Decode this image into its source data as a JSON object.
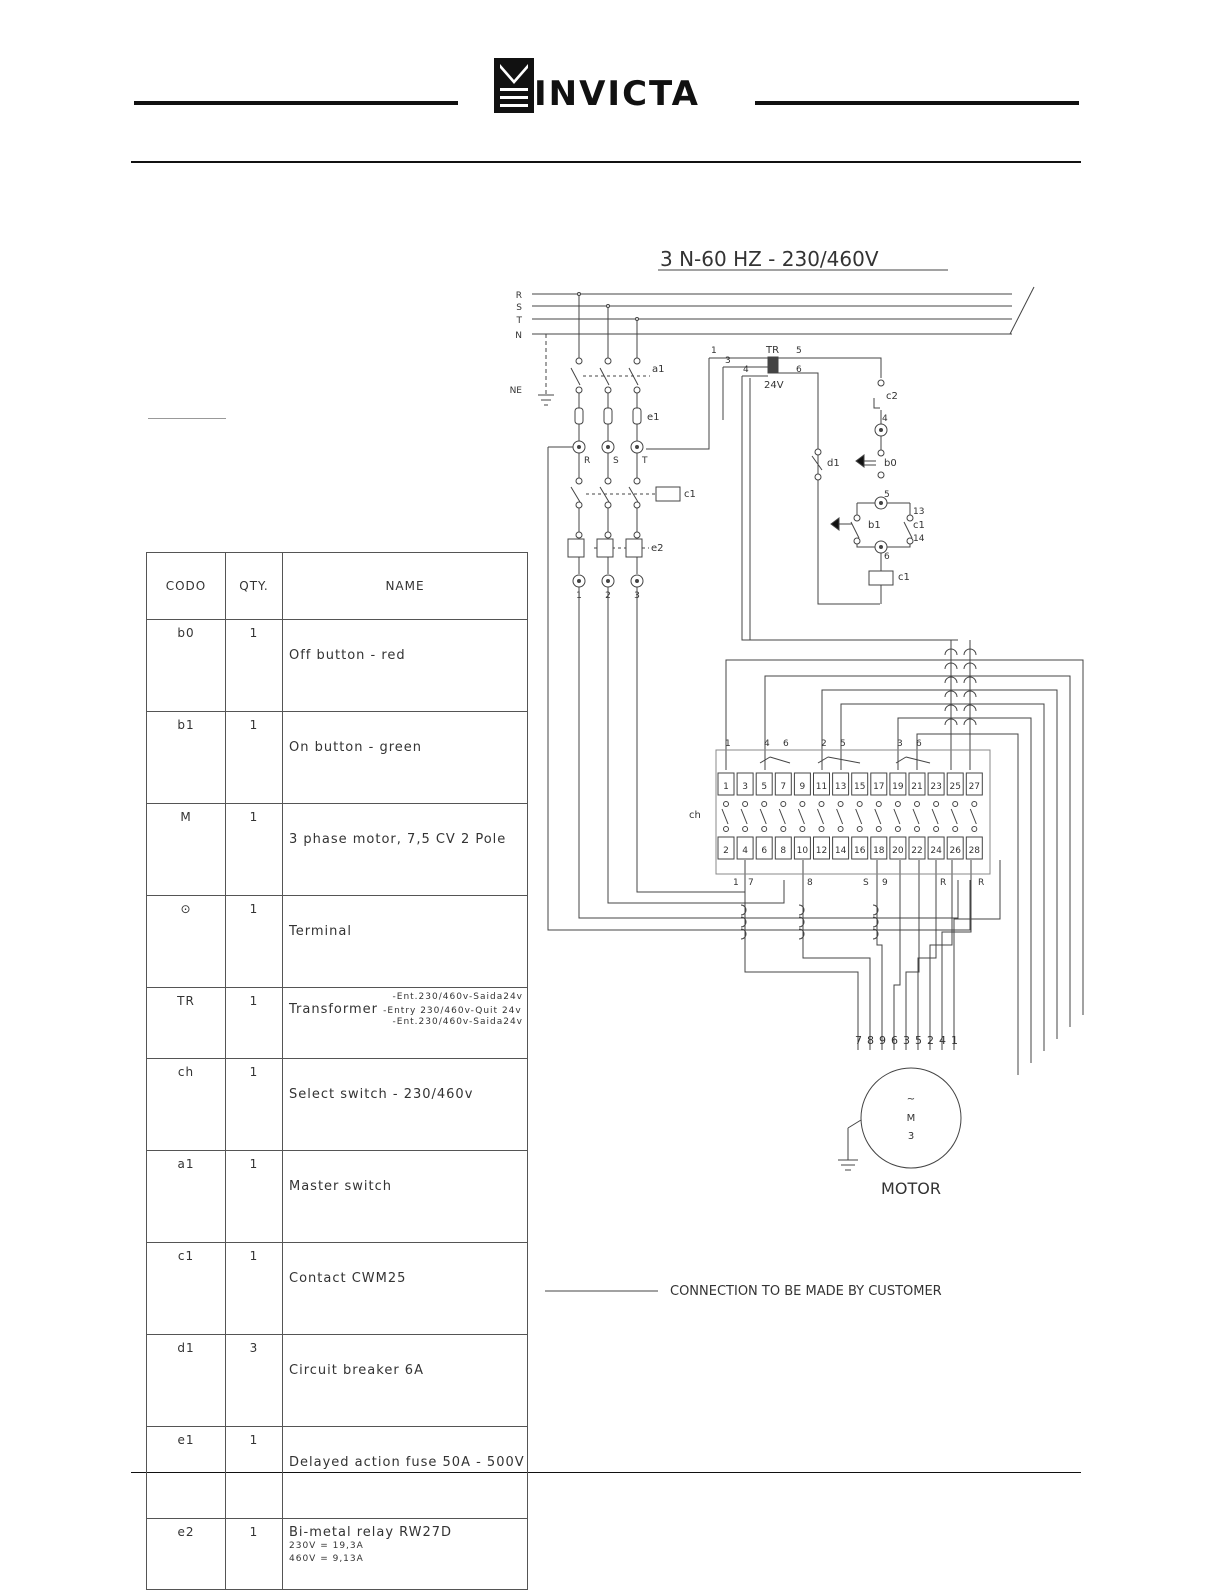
{
  "header": {
    "brand": "INVICTA"
  },
  "diagram": {
    "supply_title": "3 N-60 HZ - 230/460V",
    "bus_labels": [
      "R",
      "S",
      "T",
      "N"
    ],
    "ground_label": "NE",
    "phase_terminal_labels": [
      "R",
      "S",
      "T"
    ],
    "output_terminal_labels": [
      "1",
      "2",
      "3"
    ],
    "device_labels": {
      "a1": "a1",
      "e1": "e1",
      "c1": "c1",
      "e2": "e2",
      "d1": "d1",
      "b0": "b0",
      "b1": "b1",
      "c2": "c2",
      "ch": "ch",
      "tr": "TR",
      "tr_voltage": "24V"
    },
    "tr_terminals": [
      "1",
      "3",
      "4",
      "5",
      "6"
    ],
    "control_numbers": [
      "4",
      "5",
      "6",
      "13",
      "14"
    ],
    "switch_top_terminals": [
      "1",
      "3",
      "5",
      "7",
      "9",
      "11",
      "13",
      "15",
      "17",
      "19",
      "21",
      "23",
      "25",
      "27"
    ],
    "switch_bottom_terminals": [
      "2",
      "4",
      "6",
      "8",
      "10",
      "12",
      "14",
      "16",
      "18",
      "20",
      "22",
      "24",
      "26",
      "28"
    ],
    "switch_top_wire_labels": [
      "1",
      "4",
      "6",
      "2",
      "5",
      "3",
      "6"
    ],
    "switch_bottom_wire_labels": [
      "1",
      "7",
      "8",
      "S",
      "9",
      "R",
      "R"
    ],
    "motor_lead_labels": [
      "7",
      "8",
      "9",
      "6",
      "3",
      "5",
      "2",
      "4",
      "1"
    ],
    "motor_symbol": [
      "~",
      "M",
      "3"
    ],
    "motor_label": "MOTOR",
    "legend_text": "CONNECTION TO BE MADE BY CUSTOMER"
  },
  "table": {
    "headers": [
      "CODO",
      "QTY.",
      "NAME"
    ],
    "rows": [
      {
        "code": "b0",
        "qty": "1",
        "name": "Off button - red"
      },
      {
        "code": "b1",
        "qty": "1",
        "name": "On button - green"
      },
      {
        "code": "M",
        "qty": "1",
        "name": "3 phase motor, 7,5 CV 2 Pole"
      },
      {
        "code": "⊙",
        "qty": "1",
        "name": "Terminal"
      },
      {
        "code": "TR",
        "qty": "1",
        "name": "Transformer",
        "name_lines": [
          "-Ent.230/460v-Saida24v",
          "-Entry 230/460v-Quit 24v",
          "-Ent.230/460v-Saida24v"
        ]
      },
      {
        "code": "ch",
        "qty": "1",
        "name": "Select switch - 230/460v"
      },
      {
        "code": "a1",
        "qty": "1",
        "name": "Master switch"
      },
      {
        "code": "c1",
        "qty": "1",
        "name": "Contact CWM25"
      },
      {
        "code": "d1",
        "qty": "3",
        "name": "Circuit breaker 6A"
      },
      {
        "code": "e1",
        "qty": "1",
        "name": "Delayed action fuse 50A - 500V"
      },
      {
        "code": "e2",
        "qty": "1",
        "name": "Bi-metal relay RW27D",
        "name_lines": [
          "230V = 19,3A",
          "460V = 9,13A"
        ]
      }
    ]
  }
}
